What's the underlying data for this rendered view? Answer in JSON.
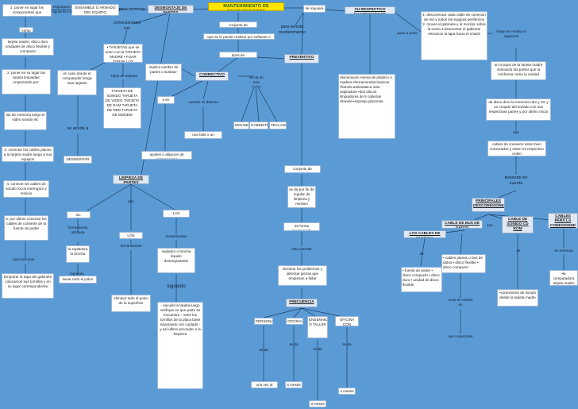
{
  "colors": {
    "background": "#5b9bd5",
    "box": "#ffffff",
    "header_box": "#dfe8f3",
    "title_box": "#ffe400",
    "line": "#1f3f66"
  },
  "title": "MANTENIMIENTO DE COMPUTADORES",
  "left": {
    "step1": "1. poner en lugar los componentes que anteriormente se desmonto",
    "empaques": "empaques de la siguiente manera",
    "como": "como",
    "tarjeta_madre": "tarjeta madre, disco duro unidades de disco flexible y compacto",
    "step2": "2. poner en su lugar las tarjeta limpiadas empezando por:",
    "memoria": "las de memoria luego el video sonido etc",
    "step3": "3. conectar los cables planos a la tarjeta madre luego a sus equipos",
    "step4": "4. conecte los cables de sonido focos interruptor y reinicio",
    "step5": "5. por ultimo conectar los cables de corriente de la fuente de poder",
    "para_terminar": "para terminar",
    "empotrar": "Empotrar la tapa del gabinete colocamos sus tornillos y en su lugar correspondiente"
  },
  "desmontaje": {
    "ensamblaje": "ENSAMBLE O ARMADO DEL EQUIPO",
    "para_terminar": "para terminar",
    "header": "DESMONTAJE DE PARTES",
    "comenzaremos": "comenzaremos con",
    "tarjetas": "• TARJETAS que se unen con la TARJETA MADRE • FIJAR TORNILLOS",
    "tipos_tarjetas": "Tipos de tarjetas",
    "caso_donde": "en caso donde el computador tenga mas tarjetas",
    "se_acude": "se acude a",
    "desmontar": "DESMONTAR",
    "tipos_list": "TARJETA DE SONIDO TARJETA DE VIDEO TARJETA DE RAM TARJETA DE RED TARJETA DE MODEM"
  },
  "correctivo": {
    "header": "CORRECTIVO",
    "implica": "implica cambio de partes o sustituir",
    "en_veces": "a en veces",
    "cuando": "cuando se detecta",
    "falla": "una falla o un problema",
    "ajustes": "ajustes o afijacion de componentes",
    "se_da": "se da en tres partes",
    "mouse": "MOUSE",
    "gabinete": "GABINETE",
    "teclado": "TECLADO"
  },
  "preventivo": {
    "header": "PREVENTIVO",
    "conjunto_actividades": "conjunto de actividades",
    "soft_hard": "que se le puede realizar por software o hardware",
    "tipos_mant": "tipos de mantenimiento",
    "se_requiere": "se requiere de",
    "para_mantenimiento": "para se este mantenimiento",
    "su_respectivo": "SU RESPECTIVO MANTENIMIENTO",
    "materials": "•iluminacion •mesa de plastico o madera •herramientas basicas •franela antiestatica •aire aspiradora •dos discos limpiadores de 5 cabezas •franela •esponja jabonosa",
    "conjunto2": "conjunto de actividades",
    "se_da_fin": "se da por fin de regular de limpieza y revision",
    "programada": "de forma programada",
    "esto_permite": "esto permite",
    "dominar": "dominar los problemas y detectar piezas que empiezan a fallar",
    "frecuencia": "FRECUENCIA",
    "personal": "PERSONAL",
    "oficina": "OFICINA",
    "enseñanza": "ENSEÑANZA O TALLER",
    "oficina_exceso": "OFICINA CON EXCESO DE POLVO",
    "se_da1": "se da",
    "se_da_cada1": "se da cada",
    "se_da_cada2": "se da cada",
    "se_da_cada3": "se da cada",
    "una_vez": "una vez al mes",
    "seis_meses": "6 meses",
    "tres_meses": "3 meses",
    "cuatro_meses": "4 meses"
  },
  "limpieza": {
    "header": "LIMPIEZA DE PARTES",
    "son": "son",
    "bastidor": "EL BASTIDOR",
    "herramienta_utilizada": "herramienta utilizada",
    "sopladora": "la sopladora la brocha",
    "lograndо": "logrando",
    "sacar_polvo": "sacar todo el polvo",
    "cables": "LOS CABLES",
    "herramientas": "herramientas",
    "eliminar": "eliminar todo el polvo de la superficie",
    "tarjetas": "LAS TARJETAS",
    "herramientas2": "herramientas",
    "soplador": "soplador o brocha liquido desengrasante",
    "logrando2": "logrando",
    "sacudir": "- sacudir la tarjeta luego verifique en que parte se encuentra - retire los tornillos de la placa base separando con cuidado - y así ultimo proceder a la limpieza"
  },
  "right": {
    "pasos": "1. desconectar cada cable de conexion de red y todos los equipos perifericos 2. mover el gabinete y el monitor sobre la mesa 3.desmontar el gabinete retiramos la tapa hacia el chasis",
    "paso_a_paso": "paso a paso",
    "luego_realiza": "luego se realiza lo siguiente",
    "croquis": "un croquis de la tarjeta madre indicando las partes que la conforma como la unidad",
    "disco_duro": "de disco duro la memoria ram y etc y un croquis del teclado con sus respectivas partes y por ultimo micar",
    "que": "que",
    "cables_conex": "cables de conexion esten bien conectados y esten es respectivo orden",
    "teniendo": "teniendo en cuenta",
    "principales": "PRINCIPALES DESCONEXIONES",
    "son": "son",
    "cable_bus": "CABLE DE BUS DE DATOS",
    "cable_sonido": "CABLE DE SONIDO CD ROM",
    "cables_para": "CABLES PARA LA CONEXIONDE LOS F",
    "cables_energia": "LOS CABLES DE ENERGIA",
    "de": "de",
    "energia_list": "• fuente de poder • disco compacto • disco duro • unidad de disco flexible",
    "bus_list": "• cables planos o bus de datos • disco flexible • disco compacto",
    "sonido": "•conexiones de sonido desde la tarjeta madre",
    "computadora": "•la computadora tarjeta madre",
    "remiscia": "se remiscia desde",
    "lineas_ext": "unas se realiza en",
    "sus_conectores": "sus conectores"
  }
}
